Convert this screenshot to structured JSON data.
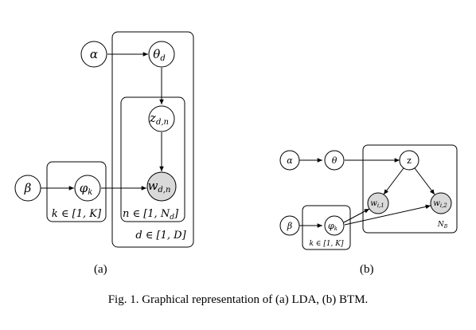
{
  "lda": {
    "nodes": {
      "alpha": "α",
      "theta": "θ",
      "theta_sub": "d",
      "z": "z",
      "z_sub": "d,n",
      "w": "w",
      "w_sub": "d,n",
      "beta": "β",
      "phi": "φ",
      "phi_sub": "k"
    },
    "plates": {
      "k": "k ∈ [1, K]",
      "n_prefix": "n ∈ [1, N",
      "n_sub": "d",
      "n_suffix": "]",
      "d": "d ∈ [1, D]"
    },
    "label": "(a)"
  },
  "btm": {
    "nodes": {
      "alpha": "α",
      "theta": "θ",
      "z": "z",
      "w1": "w",
      "w1_sub": "i,1",
      "w2": "w",
      "w2_sub": "i,2",
      "beta": "β",
      "phi": "φ",
      "phi_sub": "k"
    },
    "plates": {
      "k": "k ∈ [1, K]",
      "nb": "N",
      "nb_sub": "B"
    },
    "label": "(b)"
  },
  "caption": "Fig. 1.  Graphical representation of (a) LDA, (b) BTM.",
  "colors": {
    "observed_fill": "#d9d9d9",
    "stroke": "#000000"
  }
}
